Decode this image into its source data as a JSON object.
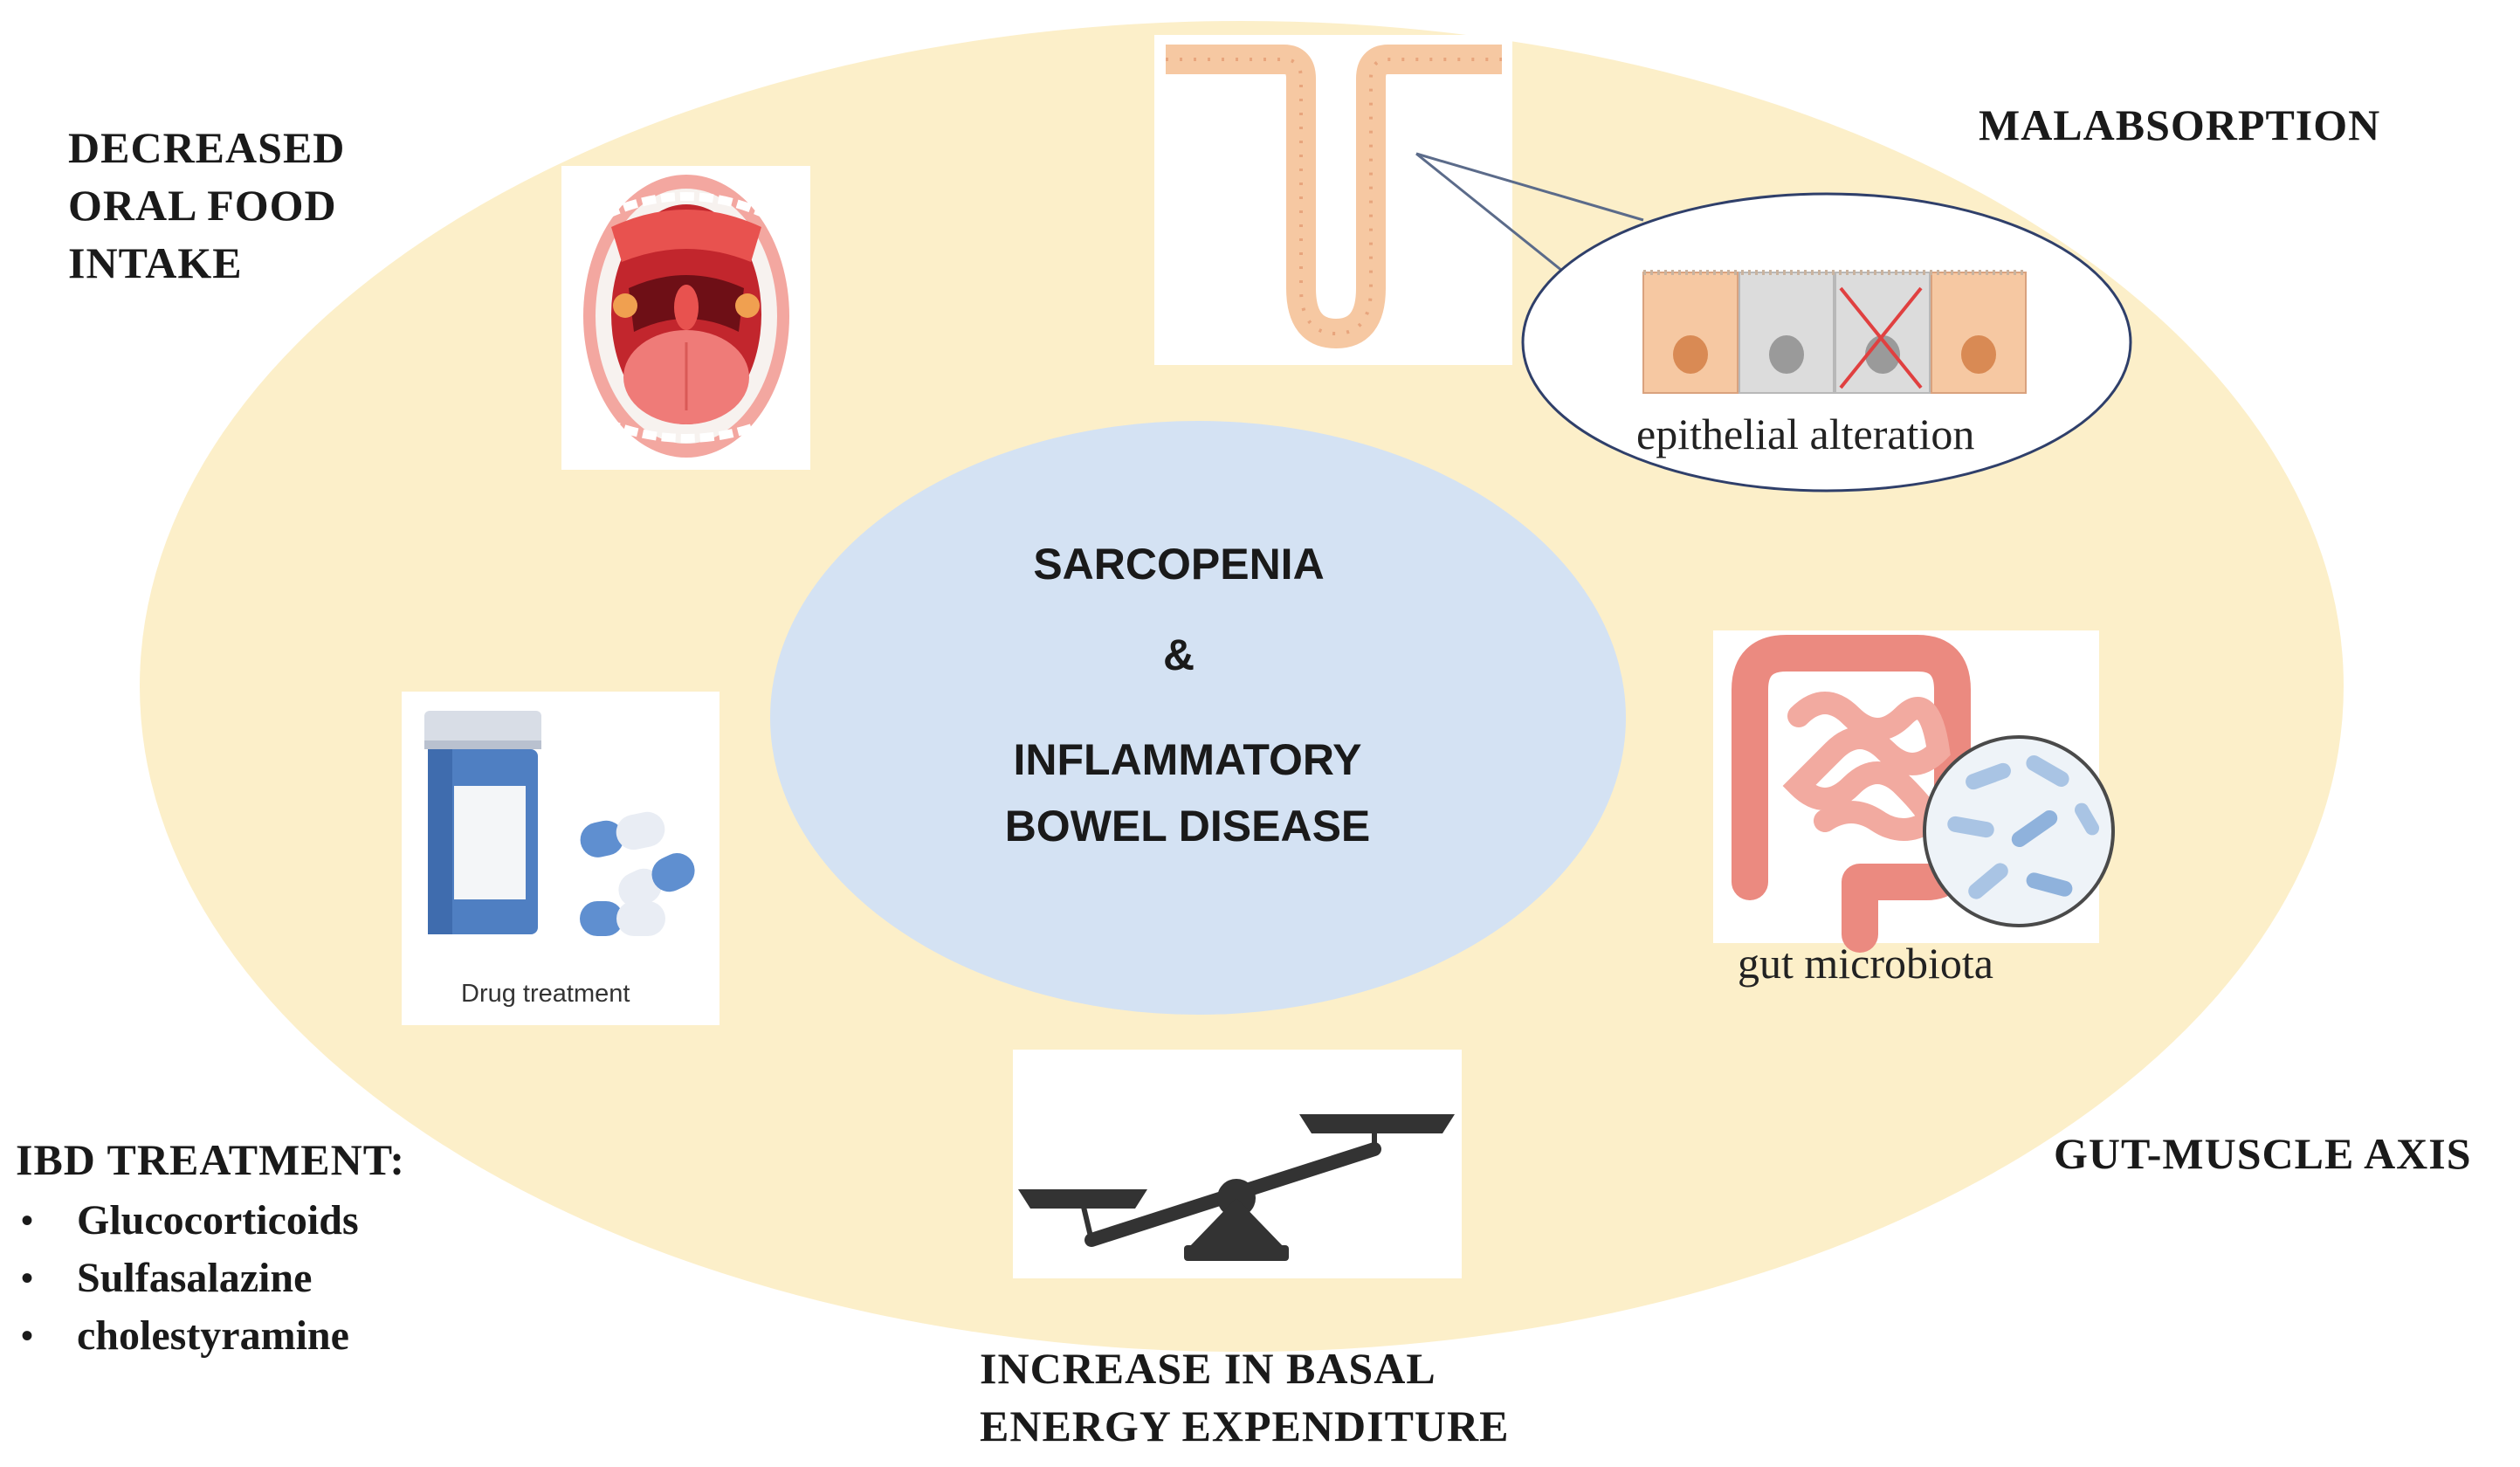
{
  "labels": {
    "decreased_oral_food_intake": [
      "DECREASED",
      "ORAL FOOD",
      "INTAKE"
    ],
    "malabsorption": "MALABSORPTION",
    "epithelial_alteration": "epithelial alteration",
    "gut_microbiota": "gut microbiota",
    "gut_muscle_axis": "GUT-MUSCLE AXIS",
    "drug_treatment": "Drug treatment",
    "ibd_treatment_title": "IBD TREATMENT:",
    "ibd_treatment_items": [
      "Glucocorticoids",
      "Sulfasalazine",
      "cholestyramine"
    ],
    "energy_expenditure": [
      "INCREASE IN BASAL",
      "ENERGY EXPENDITURE"
    ]
  },
  "center": {
    "line1": "SARCOPENIA",
    "line2": "&",
    "line3": "INFLAMMATORY",
    "line4": "BOWEL DISEASE"
  },
  "colors": {
    "outer_ellipse": "#fcefc9",
    "center_ellipse": "#d4e2f3",
    "cell_orange": "#f6c8a2",
    "cell_grey": "#dcdcdc",
    "cross_red": "#e04040",
    "pill_blue": "#5f8fd0",
    "scale_dark": "#333333",
    "mouth_red": "#e8524f",
    "intestine_red": "#eb8a80"
  },
  "icons": [
    "mouth-icon",
    "intestinal-villus-icon",
    "epithelial-cells-icon",
    "pill-bottle-icon",
    "capsules-icon",
    "intestine-icon",
    "bacteria-icon",
    "balance-scale-icon"
  ]
}
